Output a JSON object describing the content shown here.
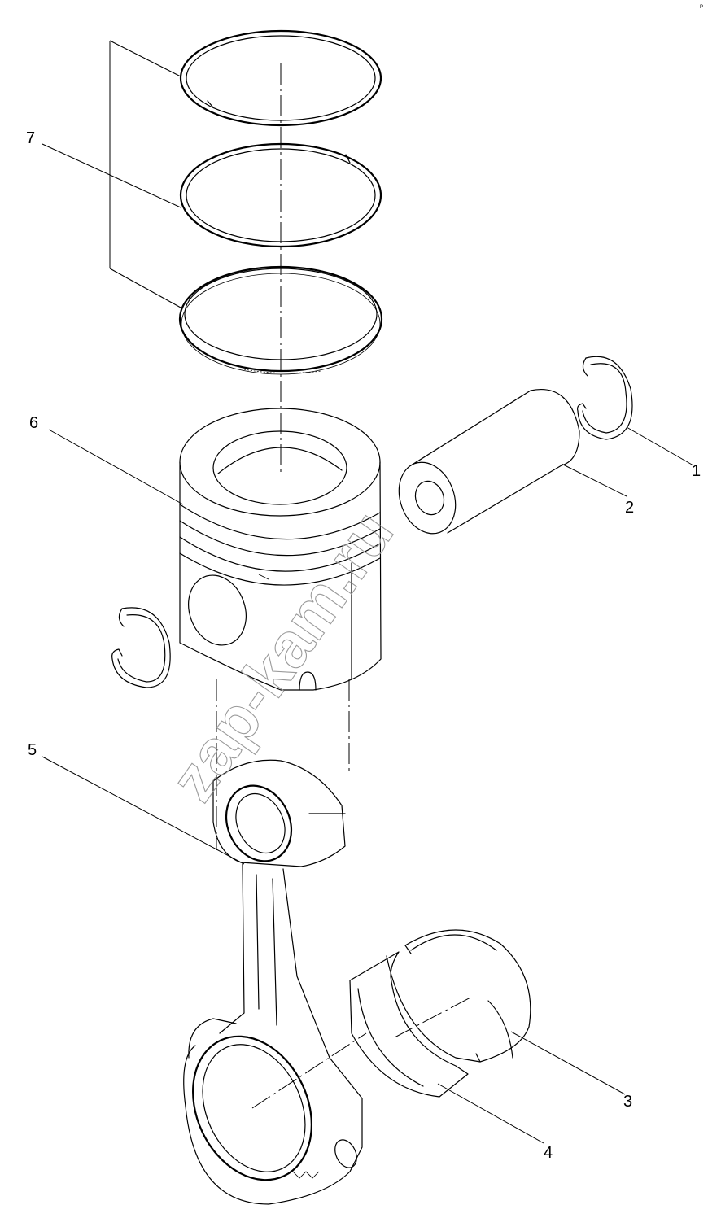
{
  "diagram": {
    "corner_code": "Р",
    "watermark": "zap-kam.ru",
    "callouts": [
      {
        "id": "1",
        "label": "1"
      },
      {
        "id": "2",
        "label": "2"
      },
      {
        "id": "3",
        "label": "3"
      },
      {
        "id": "4",
        "label": "4"
      },
      {
        "id": "5",
        "label": "5"
      },
      {
        "id": "6",
        "label": "6"
      },
      {
        "id": "7",
        "label": "7"
      }
    ]
  }
}
